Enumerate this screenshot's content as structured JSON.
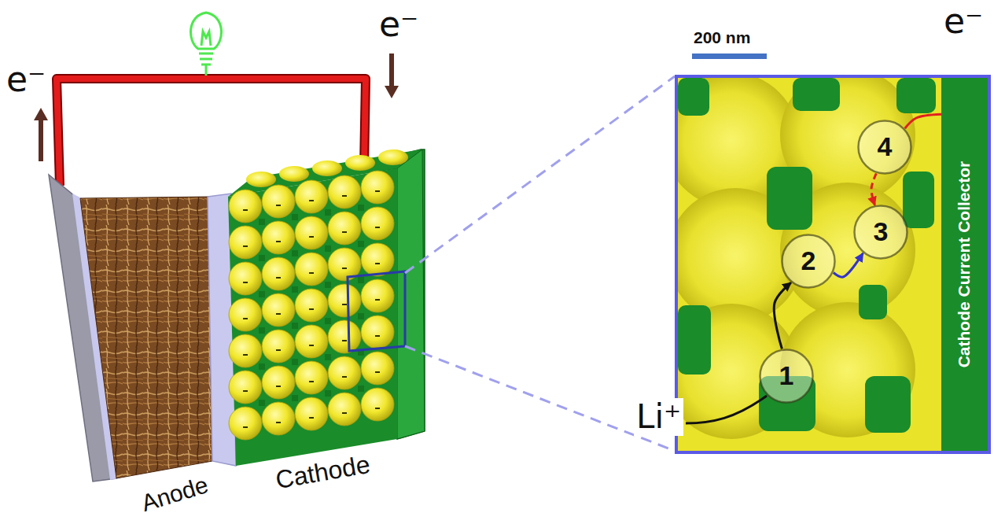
{
  "diagram": {
    "nodes": [
      {
        "text": [
          "1"
        ]
      },
      {
        "text": [
          "2"
        ]
      },
      {
        "text": [
          "3"
        ]
      },
      {
        "text": [
          "4"
        ]
      },
      {
        "text": [
          "Cathode Current Collector"
        ]
      }
    ],
    "edges": [
      {
        "from": 0,
        "to": 1,
        "arrow": "to"
      },
      {
        "from": 1,
        "to": 2,
        "arrow": "to"
      },
      {
        "from": 3,
        "to": 2,
        "arrow": "to"
      },
      {
        "from": 4,
        "to": 3,
        "arrow": "none"
      }
    ],
    "labels": [
      "e⁻",
      "e⁻",
      "Anode",
      "Cathode",
      "200 nm",
      "e⁻",
      "Li⁺"
    ]
  }
}
